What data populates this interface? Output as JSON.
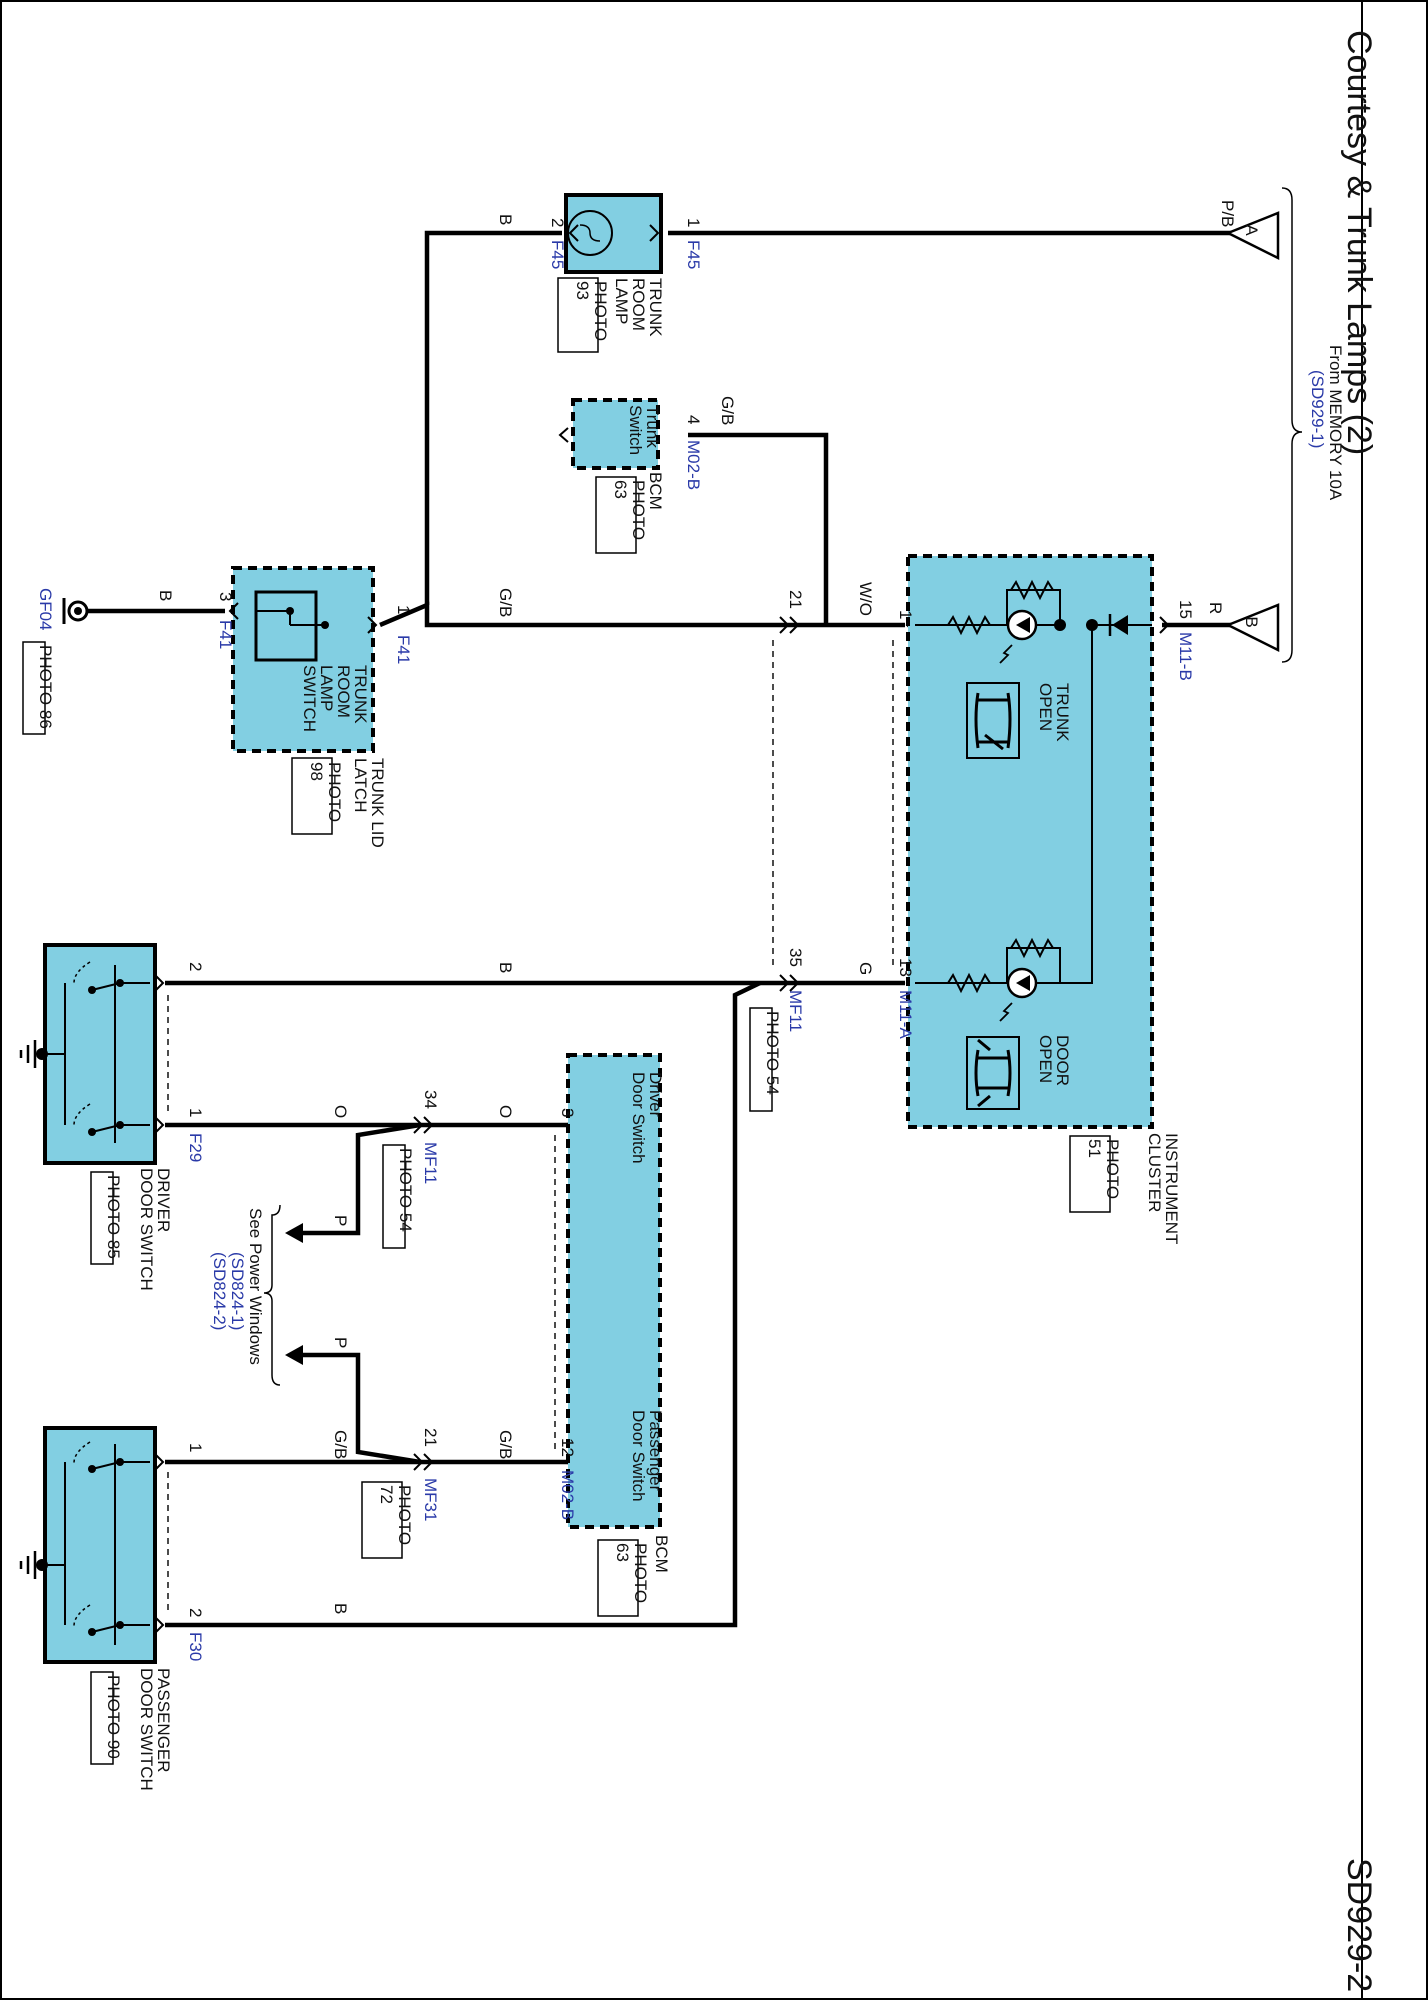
{
  "header": {
    "title": "Courtesy & Trunk Lamps (2)",
    "code": "SD929-2"
  },
  "fuse": {
    "line1": "From MEMORY 10A",
    "line2": "(SD929-1)",
    "connA": "A",
    "connB": "B"
  },
  "trunk_room_lamp": {
    "lines": [
      "TRUNK",
      "ROOM",
      "LAMP"
    ],
    "photo": [
      "PHOTO",
      "93"
    ],
    "pin1": "1",
    "pin2": "2",
    "conn": "F45"
  },
  "bcm_trunk": {
    "lines": [
      "Trunk",
      "Switch"
    ],
    "pin": "4",
    "conn": "M02-B",
    "name": "BCM",
    "photo": [
      "PHOTO",
      "63"
    ]
  },
  "trunk_lid_latch": {
    "lines": [
      "TRUNK",
      "ROOM",
      "LAMP",
      "SWITCH"
    ],
    "outer": [
      "TRUNK LID",
      "LATCH"
    ],
    "photo": [
      "PHOTO",
      "98"
    ],
    "pin1": "1",
    "pin3": "3",
    "conn": "F41"
  },
  "ground": {
    "conn": "GF04",
    "photo": "PHOTO 86"
  },
  "cluster": {
    "name": [
      "INSTRUMENT",
      "CLUSTER"
    ],
    "photo": [
      "PHOTO",
      "51"
    ],
    "trunk_open": [
      "TRUNK",
      "OPEN"
    ],
    "door_open": [
      "DOOR",
      "OPEN"
    ],
    "pin15": "15",
    "pin1": "1",
    "pin13": "13",
    "conn_b": "M11-B",
    "conn_a": "M11-A"
  },
  "mf11": {
    "conn": "MF11",
    "photo": "PHOTO 54",
    "pin21": "21",
    "pin35": "35"
  },
  "bcm_doors": {
    "driver": [
      "Driver",
      "Door Switch"
    ],
    "passenger": [
      "Passenger",
      "Door Switch"
    ],
    "pin3": "3",
    "pin12": "12",
    "conn": "M02-B",
    "name": "BCM",
    "photo": [
      "PHOTO",
      "63"
    ]
  },
  "mf11_b": {
    "conn": "MF11",
    "photo": "PHOTO 54",
    "pin": "34"
  },
  "mf31": {
    "conn": "MF31",
    "photo": [
      "PHOTO",
      "72"
    ],
    "pin": "21"
  },
  "power_windows": {
    "line1": "See Power Windows",
    "line2": "(SD824-1)",
    "line3": "(SD824-2)"
  },
  "driver_switch": {
    "lines": [
      "DRIVER",
      "DOOR SWITCH"
    ],
    "photo": "PHOTO 85",
    "pin1": "1",
    "pin2": "2",
    "conn": "F29"
  },
  "passenger_switch": {
    "lines": [
      "PASSENGER",
      "DOOR SWITCH"
    ],
    "photo": "PHOTO 90",
    "pin1": "1",
    "pin2": "2",
    "conn": "F30"
  },
  "wires": {
    "pb": "P/B",
    "b_lamp": "B",
    "gb_bcm": "G/B",
    "r": "R",
    "wo": "W/O",
    "gb_main": "G/B",
    "b_ground": "B",
    "g": "G",
    "b_driver": "B",
    "o1": "O",
    "o2": "O",
    "p1": "P",
    "p2": "P",
    "gb_pass1": "G/B",
    "gb_pass2": "G/B",
    "b_pass": "B"
  }
}
